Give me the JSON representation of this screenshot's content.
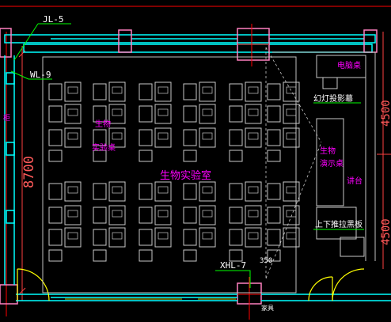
{
  "labels": {
    "jl5": "JL-5",
    "wl9": "WL-9",
    "xhl7": "XHL-7",
    "dim350": "350",
    "room": "生物实验室",
    "teacher_desk": "讲台",
    "computer_desk": "电脑桌",
    "projection_screen": "幻灯投影幕",
    "sliding_board": "上下推拉黑板",
    "bio_demo_1": "生物",
    "bio_demo_2": "演示桌",
    "bio_lab_1": "生物",
    "bio_lab_2": "实验桌",
    "cabinet": "柜",
    "bottom_text": "家具"
  },
  "dimensions": {
    "height_left": "8700",
    "right_top": "4500",
    "right_bottom": "4500"
  },
  "colors": {
    "background": "#000000",
    "wall": "#00ffff",
    "column": "#ff80c0",
    "furniture": "#c8c8c8",
    "text": "#ff00ff",
    "dim": "#ff4040",
    "leader": "#00ff00",
    "axis": "#ff0000"
  }
}
